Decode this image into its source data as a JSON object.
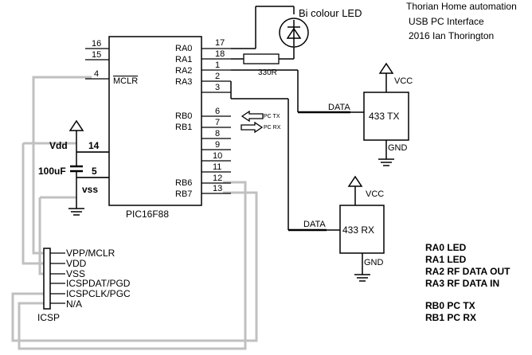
{
  "header": {
    "line1": "Thorian Home automation",
    "line2": "USB PC Interface",
    "line3": "2016 Ian Thorington"
  },
  "mcu": {
    "part": "PIC16F88",
    "left_pins": [
      {
        "num": "16",
        "label": ""
      },
      {
        "num": "15",
        "label": ""
      },
      {
        "num": "4",
        "label": "MCLR"
      },
      {
        "num": "14",
        "label": "Vdd"
      },
      {
        "num": "5",
        "label": "vss"
      }
    ],
    "right_pins": [
      {
        "num": "17",
        "label": "RA0"
      },
      {
        "num": "18",
        "label": "RA1"
      },
      {
        "num": "1",
        "label": "RA2"
      },
      {
        "num": "2",
        "label": "RA3"
      },
      {
        "num": "3",
        "label": ""
      },
      {
        "num": "6",
        "label": "RB0"
      },
      {
        "num": "7",
        "label": "RB1"
      },
      {
        "num": "8",
        "label": ""
      },
      {
        "num": "9",
        "label": ""
      },
      {
        "num": "10",
        "label": ""
      },
      {
        "num": "11",
        "label": ""
      },
      {
        "num": "12",
        "label": "RB6"
      },
      {
        "num": "13",
        "label": "RB7"
      }
    ]
  },
  "led": {
    "label": "Bi colour LED"
  },
  "resistor": {
    "label": "330R"
  },
  "capacitor": {
    "label": "100uF"
  },
  "pc_signals": {
    "tx": "PC TX",
    "rx": "PC RX"
  },
  "tx_module": {
    "label": "433 TX",
    "vcc": "VCC",
    "gnd": "GND",
    "data": "DATA"
  },
  "rx_module": {
    "label": "433 RX",
    "vcc": "VCC",
    "gnd": "GND",
    "data": "DATA"
  },
  "icsp": {
    "title": "ICSP",
    "pins": [
      "VPP/MCLR",
      "VDD",
      "VSS",
      "ICSPDAT/PGD",
      "ICSPCLK/PGC",
      "N/A"
    ]
  },
  "notes": [
    "RA0 LED",
    "RA1 LED",
    "RA2 RF DATA OUT",
    "RA3 RF DATA IN",
    "RB0 PC TX",
    "RB1 PC RX"
  ],
  "colors": {
    "wire": "#000000",
    "icsp_wire": "#c0c0c0",
    "background": "#ffffff"
  }
}
